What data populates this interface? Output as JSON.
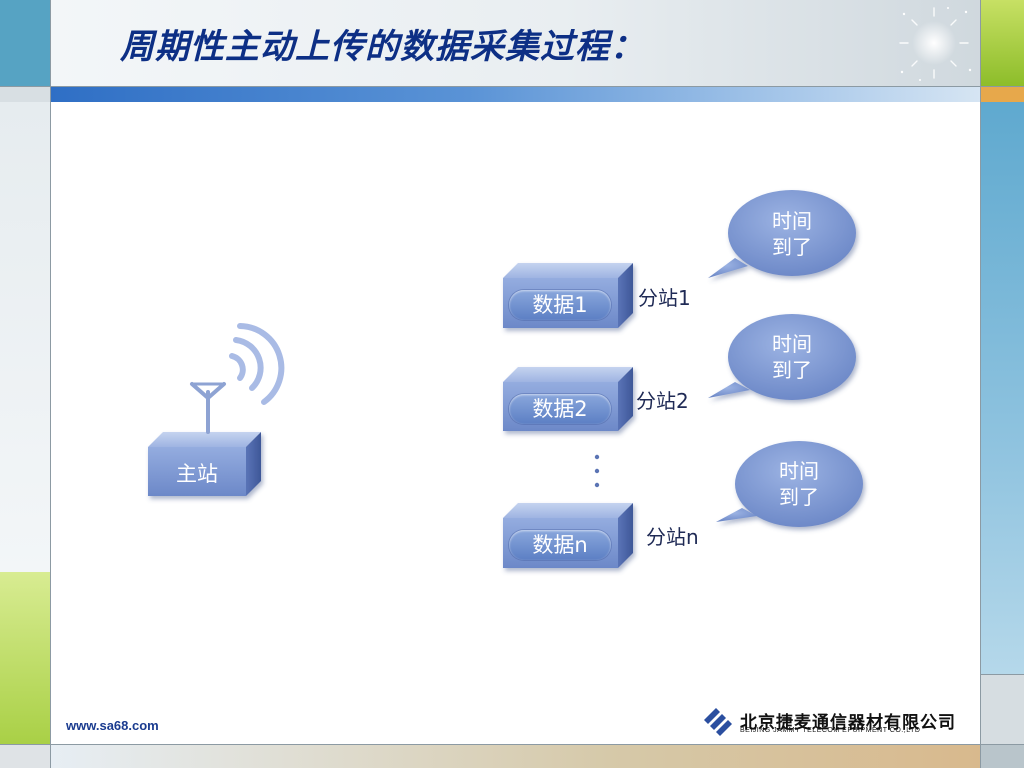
{
  "slide": {
    "title": "周期性主动上传的数据采集过程：",
    "website": "www.sa68.com",
    "company_cn": "北京捷麦通信器材有限公司",
    "company_en": "BEIJING JAMMY TELECOM EPUIPMENT CO.,LTD"
  },
  "diagram": {
    "master": {
      "label": "主站"
    },
    "stations": [
      {
        "data_label": "数据1",
        "name": "分站1",
        "bubble_line1": "时间",
        "bubble_line2": "到了"
      },
      {
        "data_label": "数据2",
        "name": "分站2",
        "bubble_line1": "时间",
        "bubble_line2": "到了"
      },
      {
        "data_label": "数据n",
        "name": "分站n",
        "bubble_line1": "时间",
        "bubble_line2": "到了"
      }
    ],
    "ellipsis": "⋮"
  },
  "colors": {
    "title": "#0d2f85",
    "box_front": "#7b96d2",
    "box_top": "#a9bde6",
    "box_side": "#4c65a6",
    "bubble": "#7f9ad4"
  }
}
